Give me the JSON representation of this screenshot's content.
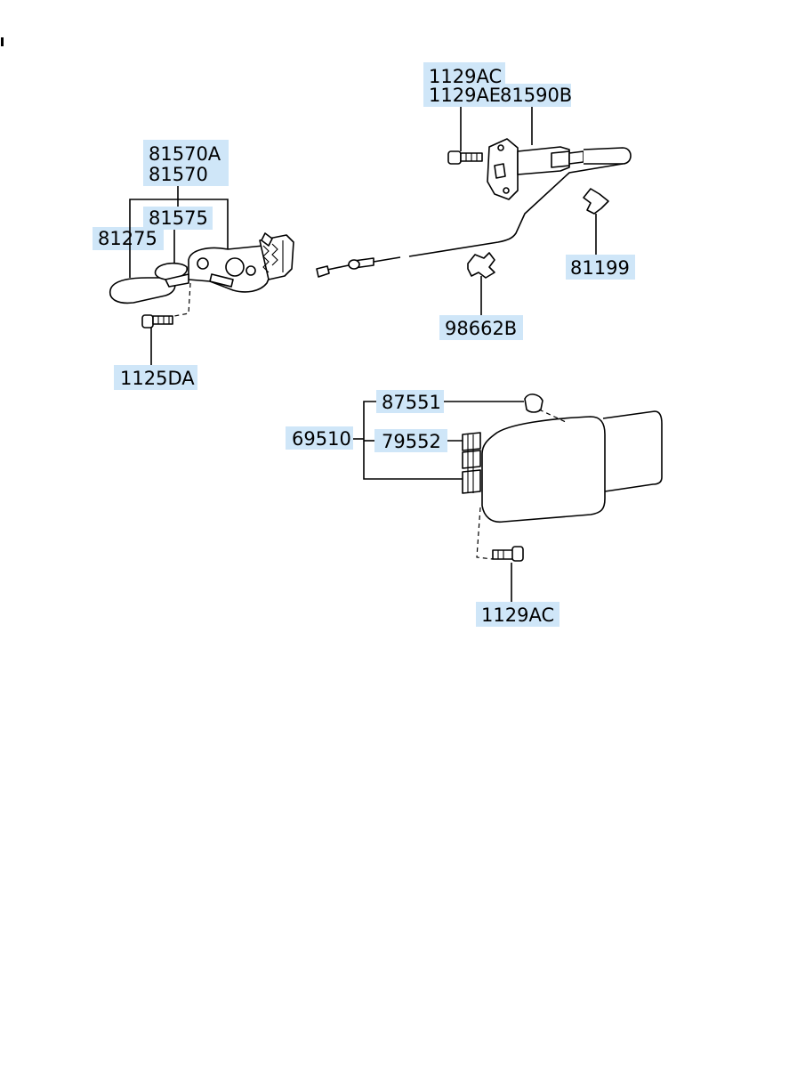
{
  "labels": {
    "p1129AC_top": "1129AC",
    "p1129AE": "1129AE",
    "p81590B": "81590B",
    "p81570A": "81570A",
    "p81570": "81570",
    "p81575": "81575",
    "p81275": "81275",
    "p81199": "81199",
    "p98662B": "98662B",
    "p1125DA": "1125DA",
    "p87551": "87551",
    "p69510": "69510",
    "p79552": "79552",
    "p1129AC_bottom": "1129AC"
  },
  "colors": {
    "label_highlight": "#cfe6f8",
    "line": "#000000",
    "background": "#ffffff"
  }
}
